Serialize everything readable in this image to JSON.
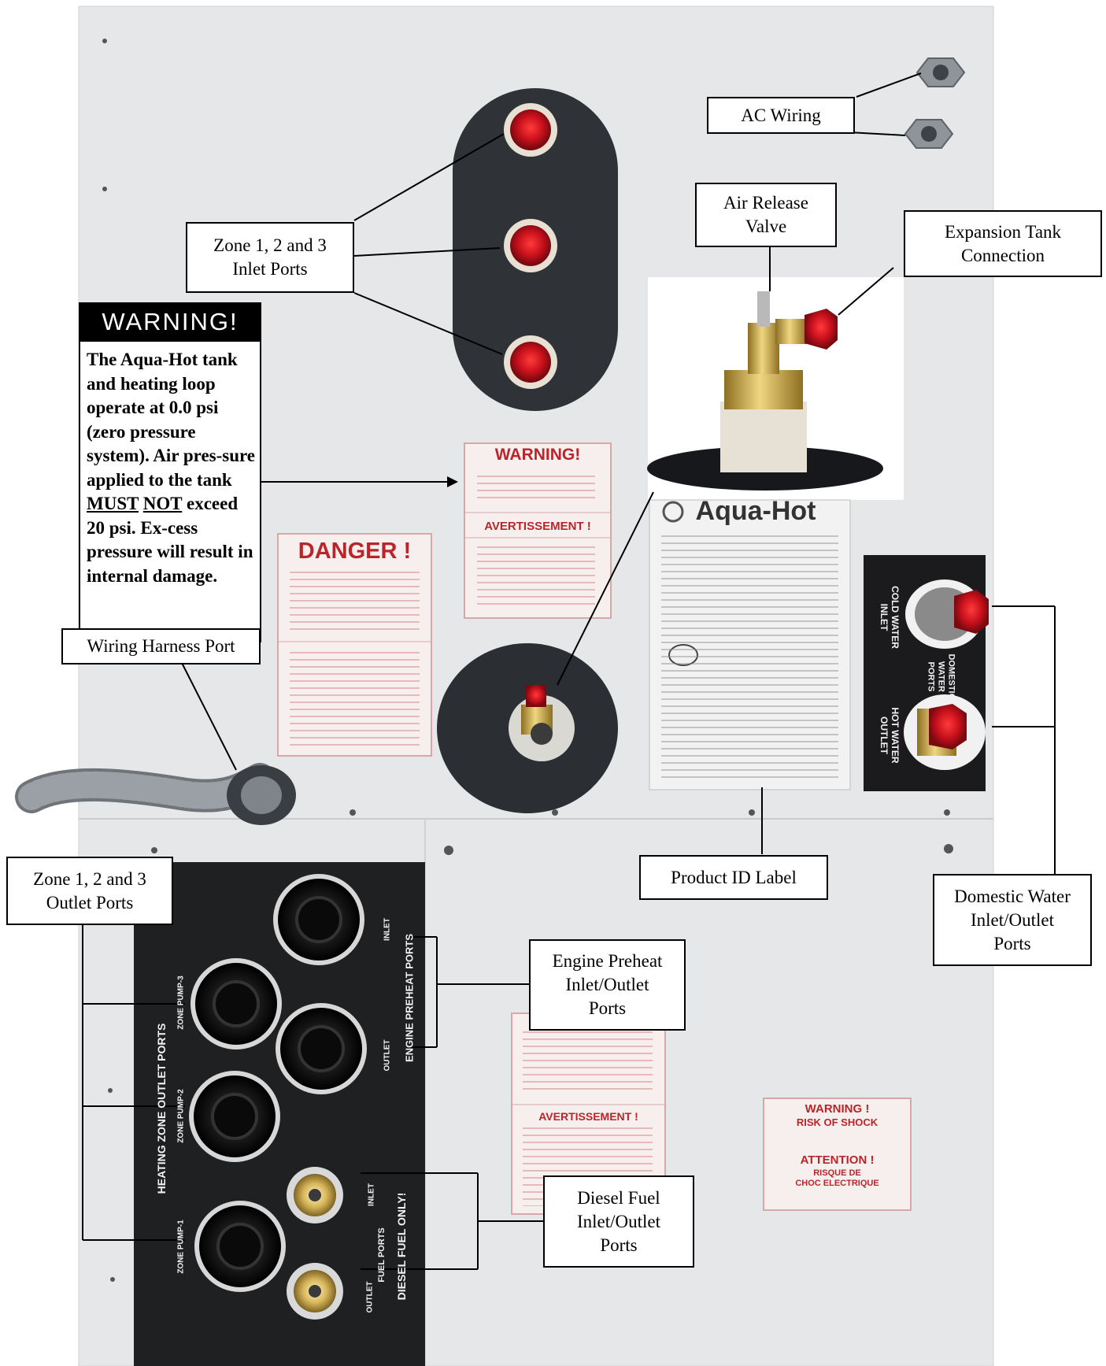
{
  "callouts": {
    "ac_wiring": "AC Wiring",
    "air_release_valve": "Air Release\nValve",
    "expansion_tank": "Expansion Tank\nConnection",
    "zone_inlet": "Zone 1, 2 and 3\nInlet Ports",
    "wiring_harness": "Wiring  Harness Port",
    "zone_outlet": "Zone 1, 2 and 3\nOutlet Ports",
    "engine_preheat": "Engine Preheat\nInlet/Outlet\nPorts",
    "product_id": "Product ID Label",
    "domestic_water": "Domestic Water\nInlet/Outlet\nPorts",
    "diesel_fuel": "Diesel Fuel\nInlet/Outlet\nPorts"
  },
  "warning_box": {
    "title": "WARNING!",
    "text_before": "The Aqua-Hot tank and heating loop operate at 0.0 psi (zero pressure system). Air pres-sure applied to the tank ",
    "must": "MUST",
    "not": "NOT",
    "text_after": " exceed 20 psi. Ex-cess pressure will result in internal damage."
  },
  "panel": {
    "brand": "Aqua-Hot",
    "danger_title": "DANGER !",
    "warning_title": "WARNING!",
    "avertissement": "AVERTISSEMENT !",
    "avertissement_lower": "AVERTISSEMENT !",
    "shock_warning": "WARNING !",
    "shock_risk": "RISK OF SHOCK",
    "attention": "ATTENTION !",
    "risque": "RISQUE DE\nCHOC ELECTRIQUE",
    "cold_water": "COLD WATER\nINLET",
    "hot_water": "HOT WATER\nOUTLET",
    "domestic_water_ports": "DOMESTIC\nWATER\nPORTS",
    "heating_zone": "HEATING ZONE OUTLET PORTS",
    "zone_pump_1": "ZONE PUMP-1",
    "zone_pump_2": "ZONE PUMP-2",
    "zone_pump_3": "ZONE PUMP-3",
    "engine_preheat_ports": "ENGINE PREHEAT PORTS",
    "inlet": "INLET",
    "outlet": "OUTLET",
    "fuel_ports": "FUEL PORTS",
    "diesel_only": "DIESEL FUEL ONLY!"
  },
  "colors": {
    "panel": "#e8e9eb",
    "port_red": "#c8101c",
    "dark_panel": "#1b1b1d",
    "label_red": "#c0272d"
  }
}
